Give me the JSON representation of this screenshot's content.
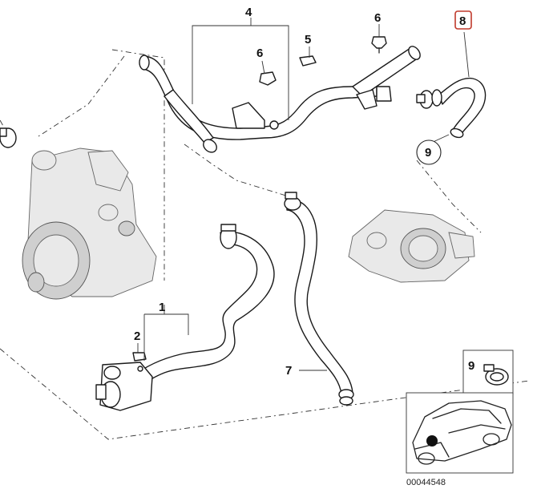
{
  "diagram": {
    "title": "Cooling system hoses — parts diagram",
    "document_id": "00044548",
    "callouts": [
      {
        "id": "c1",
        "label": "1"
      },
      {
        "id": "c2",
        "label": "2"
      },
      {
        "id": "c4",
        "label": "4"
      },
      {
        "id": "c5",
        "label": "5"
      },
      {
        "id": "c6a",
        "label": "6"
      },
      {
        "id": "c6b",
        "label": "6"
      },
      {
        "id": "c7",
        "label": "7"
      },
      {
        "id": "c8",
        "label": "8",
        "highlighted": true
      },
      {
        "id": "c9",
        "label": "9"
      },
      {
        "id": "c9inset",
        "label": "9"
      }
    ],
    "colors": {
      "highlight_box": "#c0392b",
      "line": "#222222",
      "background": "#ffffff"
    }
  }
}
